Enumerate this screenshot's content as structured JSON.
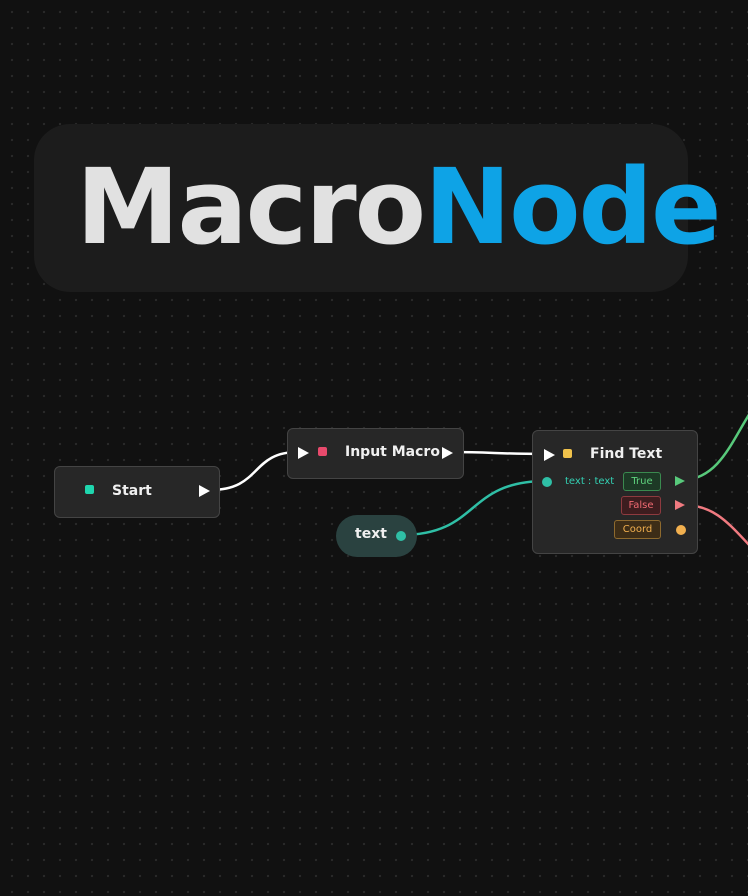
{
  "logo": {
    "part1": "Macro",
    "part2": "Node",
    "colors": {
      "part1": "#e1e1e1",
      "part2": "#0ea3e6"
    }
  },
  "nodes": {
    "start": {
      "title": "Start",
      "dot_color": "#1fd6ae"
    },
    "input_macro": {
      "title": "Input Macro",
      "dot_color": "#e84a6c"
    },
    "find_text": {
      "title": "Find Text",
      "dot_color": "#f0c24b",
      "input_label": "text : text",
      "outputs": {
        "true": "True",
        "false": "False",
        "coord": "Coord"
      }
    },
    "text": {
      "title": "text"
    }
  },
  "colors": {
    "background": "#111111",
    "node_bg": "#272727",
    "exec_wire": "#ffffff",
    "data_wire": "#2fbfa6",
    "true_wire": "#58c97b",
    "false_wire": "#f07a80",
    "coord_port": "#f2b04f"
  }
}
